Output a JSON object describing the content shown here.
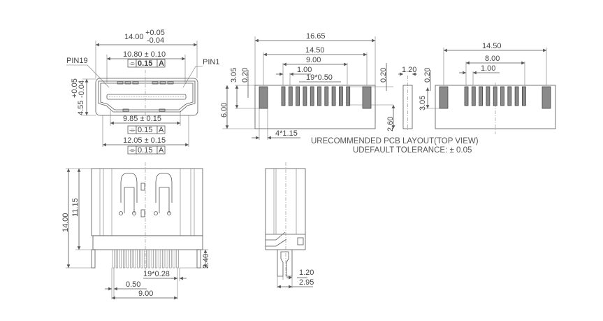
{
  "front_view": {
    "width": "14.00",
    "width_tol_plus": "+0.05",
    "width_tol_minus": "-0.04",
    "inner_width": "10.80 ± 0.10",
    "inner_sym": "0.15",
    "height": "4.55",
    "height_tol_plus": "+0.05",
    "height_tol_minus": "-0.04",
    "lower_width": "9.85 ± 0.15",
    "lower_sym": "0.15",
    "bottom_width": "12.05 ± 0.15",
    "bottom_sym": "0.15",
    "datum": "A",
    "sym_icon": "⌯",
    "pin19": "PIN19",
    "pin1": "PIN1"
  },
  "pcb_layout_1": {
    "overall": "16.65",
    "span": "14.50",
    "pins": "9.00",
    "pitch1": "1.00",
    "pitch": "19*0.50",
    "d305": "3.05",
    "d020a": "0.20",
    "d600": "6.00",
    "d020b": "0.20",
    "d260": "2.60",
    "d115": "4*1.15"
  },
  "side_strip": {
    "width": "1.20"
  },
  "pcb_layout_2": {
    "span": "14.50",
    "pins": "8.00",
    "pitch1": "1.00",
    "d020": "0.20",
    "d305": "3.05"
  },
  "notes": {
    "line1": "URECOMMENDED PCB LAYOUT(TOP VIEW)",
    "line2": "UDEFAULT TOLERANCE: ± 0.05"
  },
  "bottom_view": {
    "height": "14.00",
    "body": "11.15",
    "pin_len": "2.40",
    "pitch": "19*0.28",
    "offset": "0.50",
    "span": "9.00"
  },
  "side_view": {
    "pin": "1.20",
    "span": "2.95"
  }
}
